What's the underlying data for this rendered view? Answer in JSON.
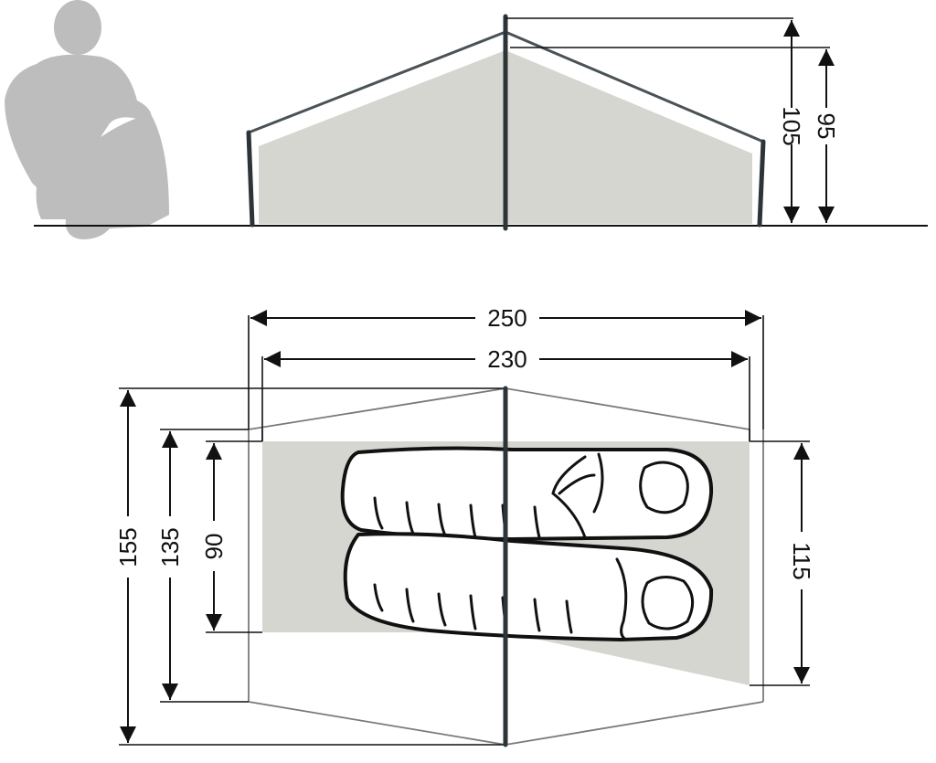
{
  "side_view": {
    "height_outer": "105",
    "height_inner": "95"
  },
  "floor_plan": {
    "length_outer": "250",
    "length_inner": "230",
    "width_outer": "155",
    "width_vestibule": "135",
    "width_inner_head": "90",
    "width_inner_foot": "115"
  },
  "colors": {
    "inner_fill": "#d6d6d1",
    "pole": "#2c3438",
    "person": "#bdbdbd"
  }
}
